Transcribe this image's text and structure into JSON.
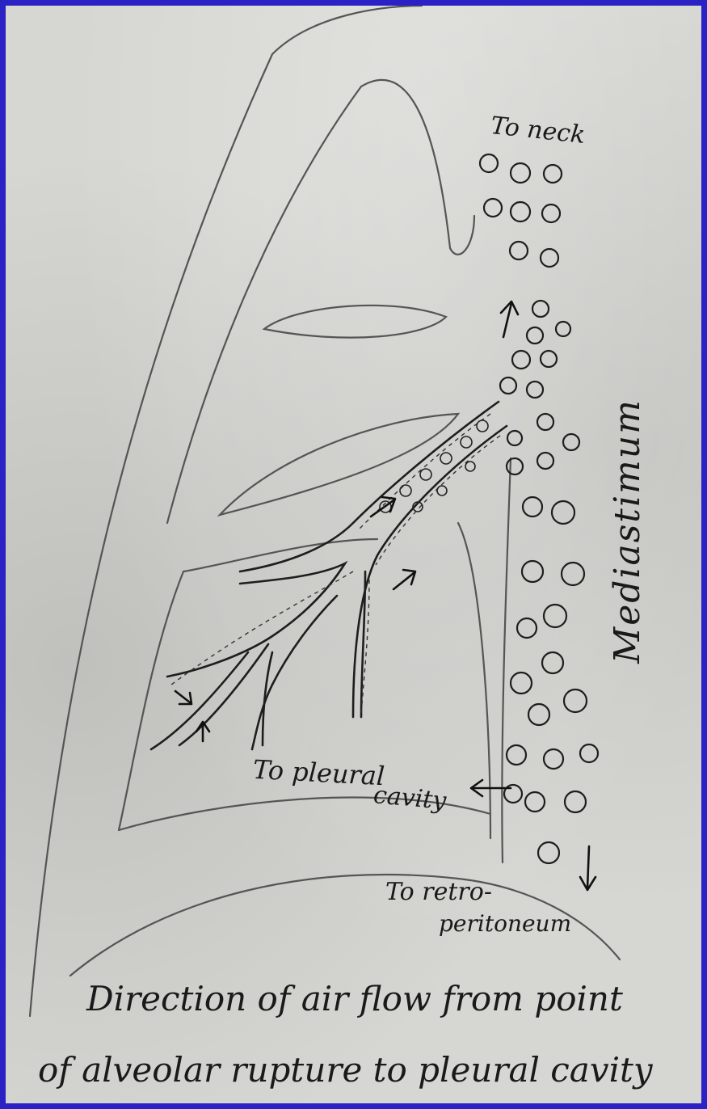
{
  "labels": {
    "to_neck": "To neck",
    "to_pleural_line1": "To pleural",
    "to_pleural_line2": "cavity",
    "to_retro_line1": "To retro-",
    "to_retro_line2": "peritoneum",
    "mediastinum": "Mediastimum"
  },
  "caption": {
    "line1": "Direction of air flow from point",
    "line2": "of alveolar rupture to pleural cavity"
  },
  "colors": {
    "border": "#2a22c4",
    "paper": "#d6d6d2",
    "ink": "#1a1a1a"
  }
}
